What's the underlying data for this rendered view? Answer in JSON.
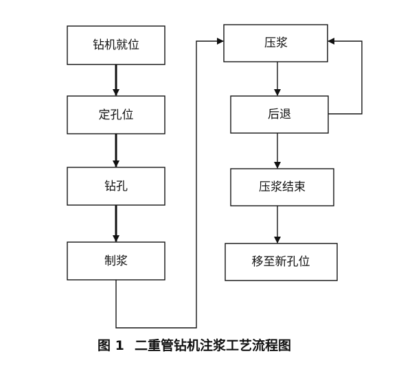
{
  "diagram": {
    "nodes": [
      {
        "id": "n1",
        "label": "钻机就位"
      },
      {
        "id": "n2",
        "label": "定孔位"
      },
      {
        "id": "n3",
        "label": "钻孔"
      },
      {
        "id": "n4",
        "label": "制浆"
      },
      {
        "id": "n5",
        "label": "压浆"
      },
      {
        "id": "n6",
        "label": "后退"
      },
      {
        "id": "n7",
        "label": "压浆结束"
      },
      {
        "id": "n8",
        "label": "移至新孔位"
      }
    ],
    "edges": [
      {
        "from": "n1",
        "to": "n2"
      },
      {
        "from": "n2",
        "to": "n3"
      },
      {
        "from": "n3",
        "to": "n4"
      },
      {
        "from": "n4",
        "to": "n5"
      },
      {
        "from": "n5",
        "to": "n6"
      },
      {
        "from": "n6",
        "to": "n5"
      },
      {
        "from": "n6",
        "to": "n7"
      },
      {
        "from": "n7",
        "to": "n8"
      }
    ],
    "caption_figure": "图 1",
    "caption_title": "二重管钻机注浆工艺流程图"
  }
}
